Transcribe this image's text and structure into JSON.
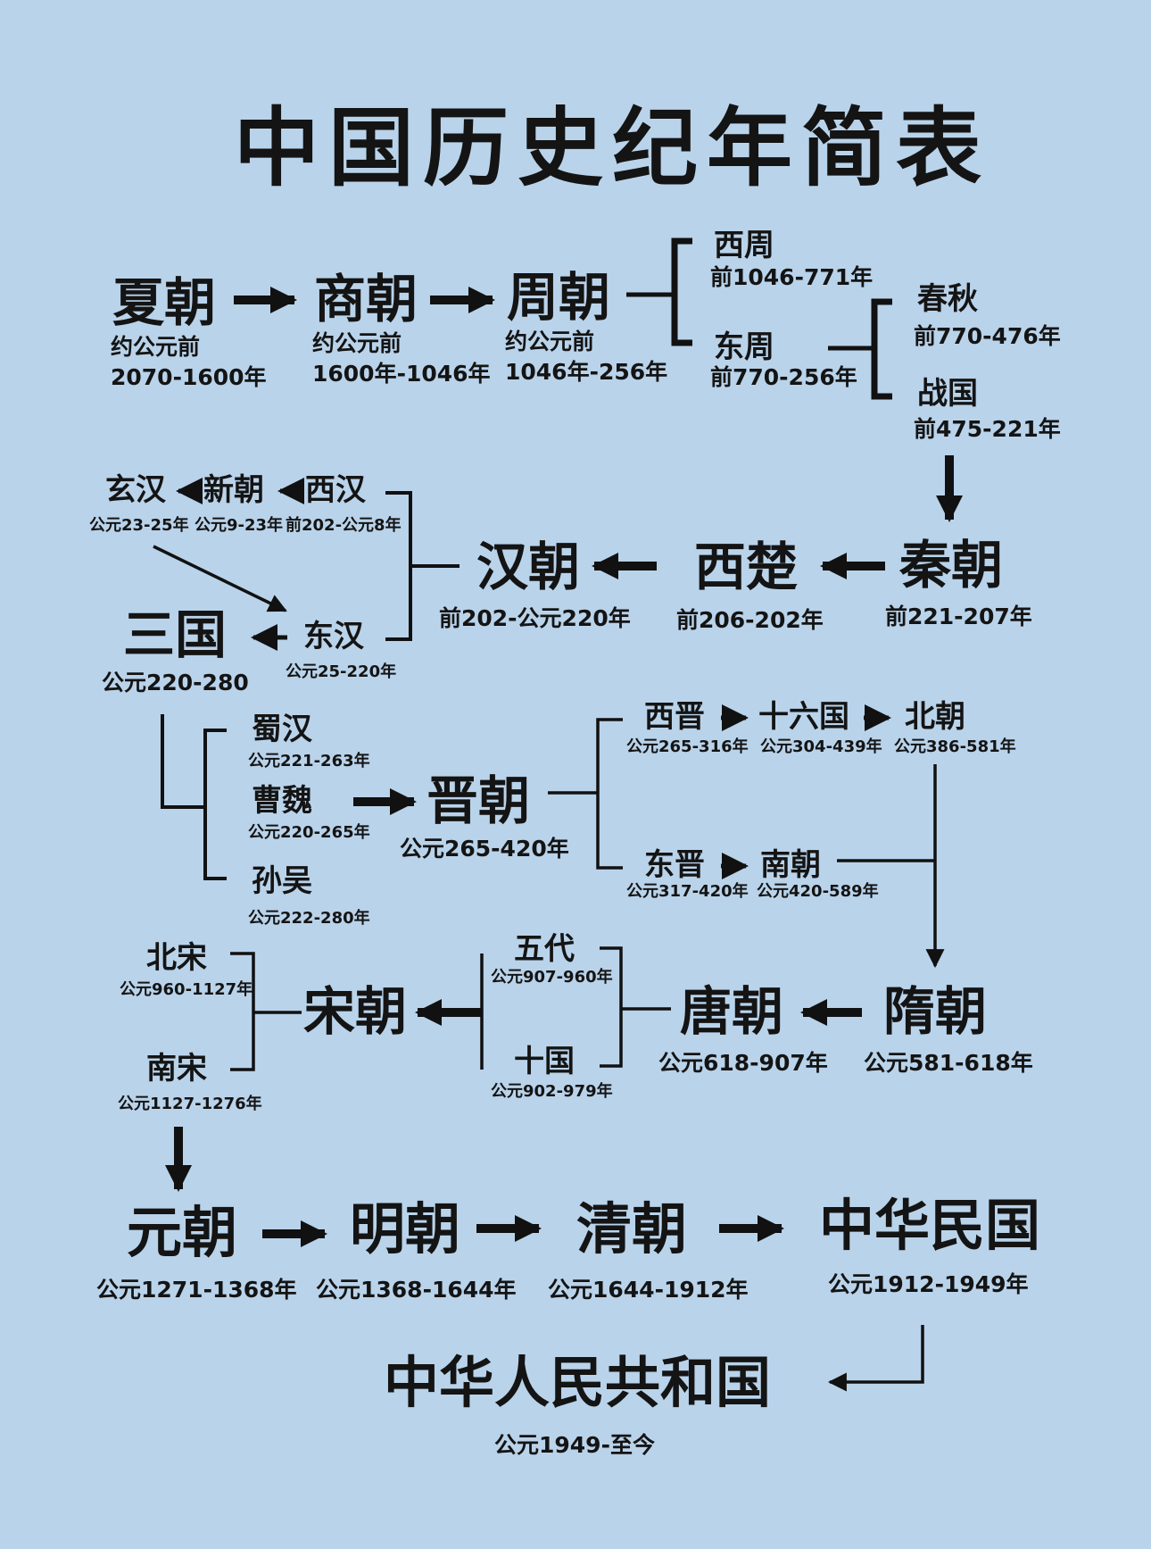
{
  "title": "中国历史纪年简表",
  "nodes": {
    "xia": {
      "name": "夏朝",
      "date1": "约公元前",
      "date2": "2070-1600年"
    },
    "shang": {
      "name": "商朝",
      "date1": "约公元前",
      "date2": "1600年-1046年"
    },
    "zhou": {
      "name": "周朝",
      "date1": "约公元前",
      "date2": "1046年-256年"
    },
    "xizhou": {
      "name": "西周",
      "date": "前1046-771年"
    },
    "dongzhou": {
      "name": "东周",
      "date": "前770-256年"
    },
    "chunqiu": {
      "name": "春秋",
      "date": "前770-476年"
    },
    "zhanguo": {
      "name": "战国",
      "date": "前475-221年"
    },
    "qin": {
      "name": "秦朝",
      "date": "前221-207年"
    },
    "xichu": {
      "name": "西楚",
      "date": "前206-202年"
    },
    "han": {
      "name": "汉朝",
      "date": "前202-公元220年"
    },
    "xihan": {
      "name": "西汉",
      "date": "前202-公元8年"
    },
    "xin": {
      "name": "新朝",
      "date": "公元9-23年"
    },
    "xuanhan": {
      "name": "玄汉",
      "date": "公元23-25年"
    },
    "donghan": {
      "name": "东汉",
      "date": "公元25-220年"
    },
    "sanguo": {
      "name": "三国",
      "date": "公元220-280"
    },
    "shuhan": {
      "name": "蜀汉",
      "date": "公元221-263年"
    },
    "caowei": {
      "name": "曹魏",
      "date": "公元220-265年"
    },
    "sunwu": {
      "name": "孙吴",
      "date": "公元222-280年"
    },
    "jin": {
      "name": "晋朝",
      "date": "公元265-420年"
    },
    "xijin": {
      "name": "西晋",
      "date": "公元265-316年"
    },
    "shiliuguo": {
      "name": "十六国",
      "date": "公元304-439年"
    },
    "beichao": {
      "name": "北朝",
      "date": "公元386-581年"
    },
    "dongjin": {
      "name": "东晋",
      "date": "公元317-420年"
    },
    "nanchao": {
      "name": "南朝",
      "date": "公元420-589年"
    },
    "sui": {
      "name": "隋朝",
      "date": "公元581-618年"
    },
    "tang": {
      "name": "唐朝",
      "date": "公元618-907年"
    },
    "wudai": {
      "name": "五代",
      "date": "公元907-960年"
    },
    "shiguo": {
      "name": "十国",
      "date": "公元902-979年"
    },
    "song": {
      "name": "宋朝"
    },
    "beisong": {
      "name": "北宋",
      "date": "公元960-1127年"
    },
    "nansong": {
      "name": "南宋",
      "date": "公元1127-1276年"
    },
    "yuan": {
      "name": "元朝",
      "date": "公元1271-1368年"
    },
    "ming": {
      "name": "明朝",
      "date": "公元1368-1644年"
    },
    "qing": {
      "name": "清朝",
      "date": "公元1644-1912年"
    },
    "minguo": {
      "name": "中华民国",
      "date": "公元1912-1949年"
    },
    "prc": {
      "name": "中华人民共和国",
      "date": "公元1949-至今"
    }
  }
}
